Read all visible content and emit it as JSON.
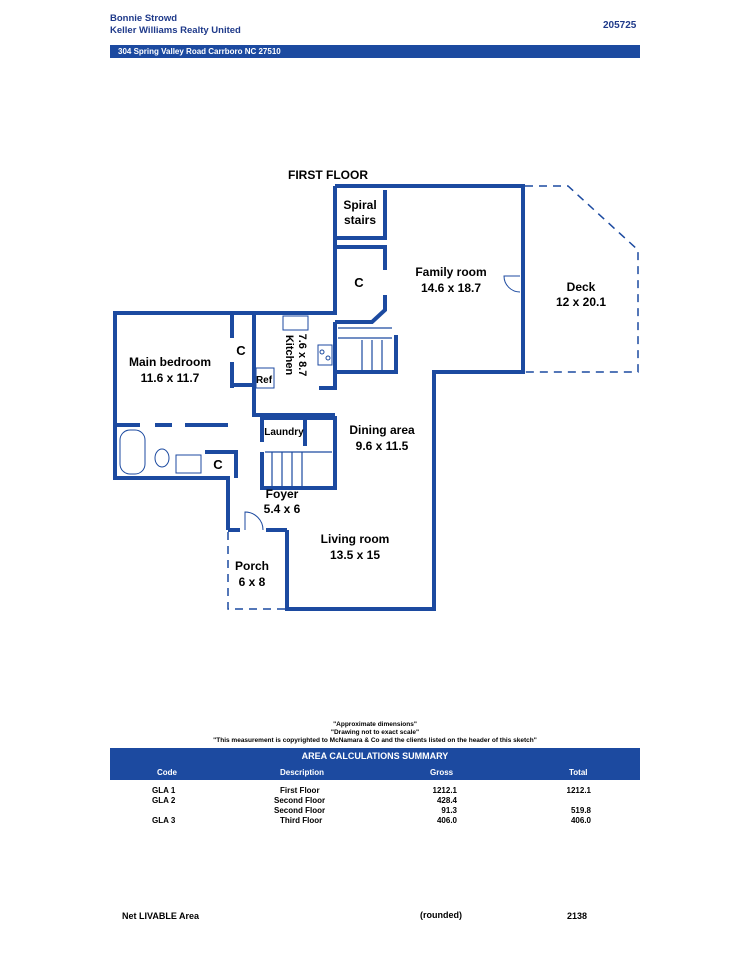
{
  "header": {
    "agent_name": "Bonnie Strowd",
    "agency": "Keller Williams Realty United",
    "file_number": "205725",
    "address": "304 Spring Valley Road Carrboro NC 27510"
  },
  "floor_plan": {
    "title": "FIRST FLOOR",
    "rooms": {
      "spiral_stairs": {
        "line1": "Spiral",
        "line2": "stairs"
      },
      "closet_family": "C",
      "family_room": {
        "name": "Family room",
        "dims": "14.6 x 18.7"
      },
      "deck": {
        "name": "Deck",
        "dims": "12 x 20.1"
      },
      "kitchen": {
        "name": "Kitchen",
        "dims": "7.6 x 8.7"
      },
      "ref": "Ref",
      "main_bedroom": {
        "name": "Main bedroom",
        "dims": "11.6 x 11.7"
      },
      "closet_bedroom": "C",
      "laundry": "Laundry",
      "dining_area": {
        "name": "Dining area",
        "dims": "9.6 x 11.5"
      },
      "closet_bath": "C",
      "foyer": {
        "name": "Foyer",
        "dims": "5.4 x 6"
      },
      "living_room": {
        "name": "Living room",
        "dims": "13.5 x 15"
      },
      "porch": {
        "name": "Porch",
        "dims": "6 x 8"
      }
    }
  },
  "notes": {
    "line1": "\"Approximate dimensions\"",
    "line2": "\"Drawing not to exact scale\"",
    "line3": "\"This measurement is copyrighted to McNamara & Co and the clients listed on the header of this sketch\""
  },
  "summary": {
    "title": "AREA CALCULATIONS SUMMARY",
    "headers": {
      "code": "Code",
      "description": "Description",
      "gross": "Gross",
      "total": "Total"
    },
    "rows": [
      {
        "code": "GLA 1",
        "description": "First Floor",
        "gross": "1212.1",
        "total": "1212.1"
      },
      {
        "code": "GLA 2",
        "description": "Second Floor",
        "gross": "428.4",
        "total": ""
      },
      {
        "code": "",
        "description": "Second Floor",
        "gross": "91.3",
        "total": "519.8"
      },
      {
        "code": "GLA 3",
        "description": "Third Floor",
        "gross": "406.0",
        "total": "406.0"
      }
    ]
  },
  "footer": {
    "net_label": "Net LIVABLE Area",
    "rounded": "(rounded)",
    "net_value": "2138"
  },
  "colors": {
    "wall": "#1c4aa0",
    "bar": "#1c4aa0"
  }
}
